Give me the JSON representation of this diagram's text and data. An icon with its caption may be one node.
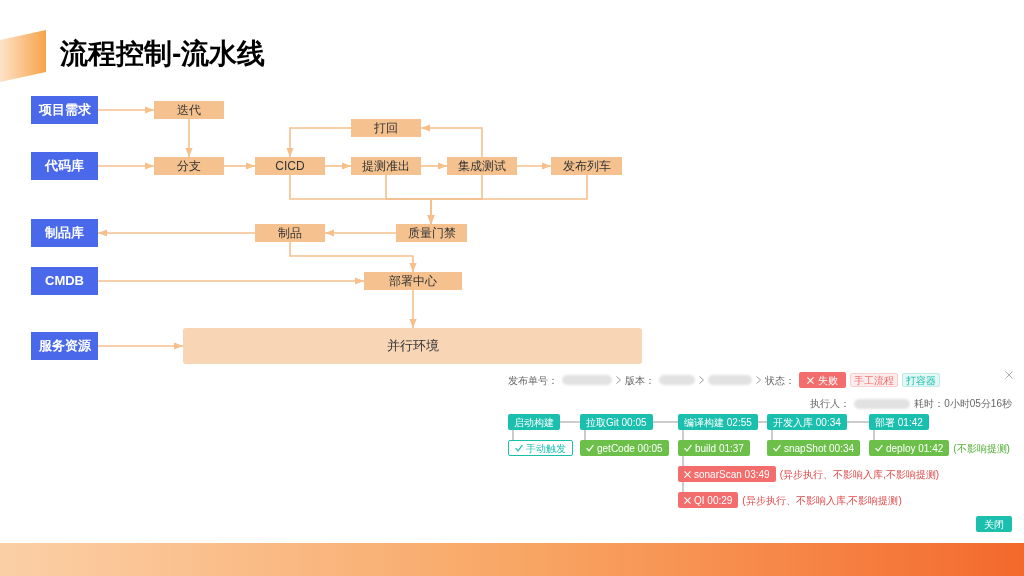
{
  "diagram": {
    "title": "流程控制-流水线",
    "nodes": [
      {
        "text": [
          "项目需求"
        ]
      },
      {
        "text": [
          "迭代"
        ]
      },
      {
        "text": [
          "打回"
        ]
      },
      {
        "text": [
          "代码库"
        ]
      },
      {
        "text": [
          "分支"
        ]
      },
      {
        "text": [
          "CICD"
        ]
      },
      {
        "text": [
          "提测准出"
        ]
      },
      {
        "text": [
          "集成测试"
        ]
      },
      {
        "text": [
          "发布列车"
        ]
      },
      {
        "text": [
          "制品库"
        ]
      },
      {
        "text": [
          "制品"
        ]
      },
      {
        "text": [
          "质量门禁"
        ]
      },
      {
        "text": [
          "CMDB"
        ]
      },
      {
        "text": [
          "部署中心"
        ]
      },
      {
        "text": [
          "服务资源"
        ]
      },
      {
        "text": [
          "并行环境"
        ]
      },
      {
        "text": [
          "失败"
        ]
      },
      {
        "text": [
          "手工流程"
        ]
      },
      {
        "text": [
          "打容器"
        ]
      },
      {
        "text": [
          "启动构建"
        ]
      },
      {
        "text": [
          "拉取Git 00:05"
        ]
      },
      {
        "text": [
          "编译构建 02:55"
        ]
      },
      {
        "text": [
          "开发入库 00:34"
        ]
      },
      {
        "text": [
          "部署 01:42"
        ]
      },
      {
        "text": [
          "手动触发"
        ]
      },
      {
        "text": [
          "getCode 00:05"
        ]
      },
      {
        "text": [
          "build 01:37"
        ]
      },
      {
        "text": [
          "snapShot 00:34"
        ]
      },
      {
        "text": [
          "deploy 01:42"
        ],
        "beside": [
          "(不影响提测)"
        ]
      },
      {
        "text": [
          "sonarScan 03:49"
        ],
        "beside": [
          "(异步执行、不影响入库,不影响提测)"
        ]
      },
      {
        "text": [
          "QI 00:29"
        ],
        "beside": [
          "(异步执行、不影响入库,不影响提测)"
        ]
      },
      {
        "text": [
          "关闭"
        ]
      }
    ],
    "edges": [
      {
        "from": 0,
        "to": 1,
        "arrow": "to"
      },
      {
        "from": 3,
        "to": 4,
        "arrow": "to"
      },
      {
        "from": 1,
        "to": 4,
        "arrow": "to"
      },
      {
        "from": 4,
        "to": 5,
        "arrow": "to"
      },
      {
        "from": 5,
        "to": 6,
        "arrow": "to"
      },
      {
        "from": 6,
        "to": 7,
        "arrow": "to"
      },
      {
        "from": 7,
        "to": 8,
        "arrow": "to"
      },
      {
        "from": 7,
        "to": 2,
        "arrow": "to"
      },
      {
        "from": 2,
        "to": 5,
        "arrow": "to"
      },
      {
        "from": 5,
        "to": 11,
        "arrow": "to"
      },
      {
        "from": 6,
        "to": 11,
        "arrow": "to"
      },
      {
        "from": 7,
        "to": 11,
        "arrow": "to"
      },
      {
        "from": 8,
        "to": 11,
        "arrow": "to"
      },
      {
        "from": 11,
        "to": 10,
        "arrow": "to"
      },
      {
        "from": 10,
        "to": 9,
        "arrow": "to"
      },
      {
        "from": 10,
        "to": 13,
        "arrow": "to"
      },
      {
        "from": 12,
        "to": 13,
        "arrow": "to"
      },
      {
        "from": 13,
        "to": 15,
        "arrow": "to"
      },
      {
        "from": 14,
        "to": 15,
        "arrow": "to"
      },
      {
        "from": 19,
        "to": 20,
        "arrow": "none",
        "color": "#999999"
      },
      {
        "from": 20,
        "to": 21,
        "arrow": "none",
        "color": "#999999"
      },
      {
        "from": 21,
        "to": 22,
        "arrow": "none",
        "color": "#999999"
      },
      {
        "from": 22,
        "to": 23,
        "arrow": "none",
        "color": "#999999"
      },
      {
        "from": 19,
        "to": 24,
        "arrow": "none",
        "color": "#999999"
      },
      {
        "from": 20,
        "to": 25,
        "arrow": "none",
        "color": "#999999"
      },
      {
        "from": 21,
        "to": 26,
        "arrow": "none",
        "color": "#999999"
      },
      {
        "from": 26,
        "to": 29,
        "arrow": "none",
        "color": "#999999"
      },
      {
        "from": 29,
        "to": 30,
        "arrow": "none",
        "color": "#999999"
      },
      {
        "from": 22,
        "to": 27,
        "arrow": "none",
        "color": "#999999"
      },
      {
        "from": 23,
        "to": 28,
        "arrow": "none",
        "color": "#999999"
      }
    ],
    "labels": [
      "发布单号：",
      "版本：",
      "状态：",
      "执行人：",
      "耗时：0小时05分16秒"
    ]
  }
}
